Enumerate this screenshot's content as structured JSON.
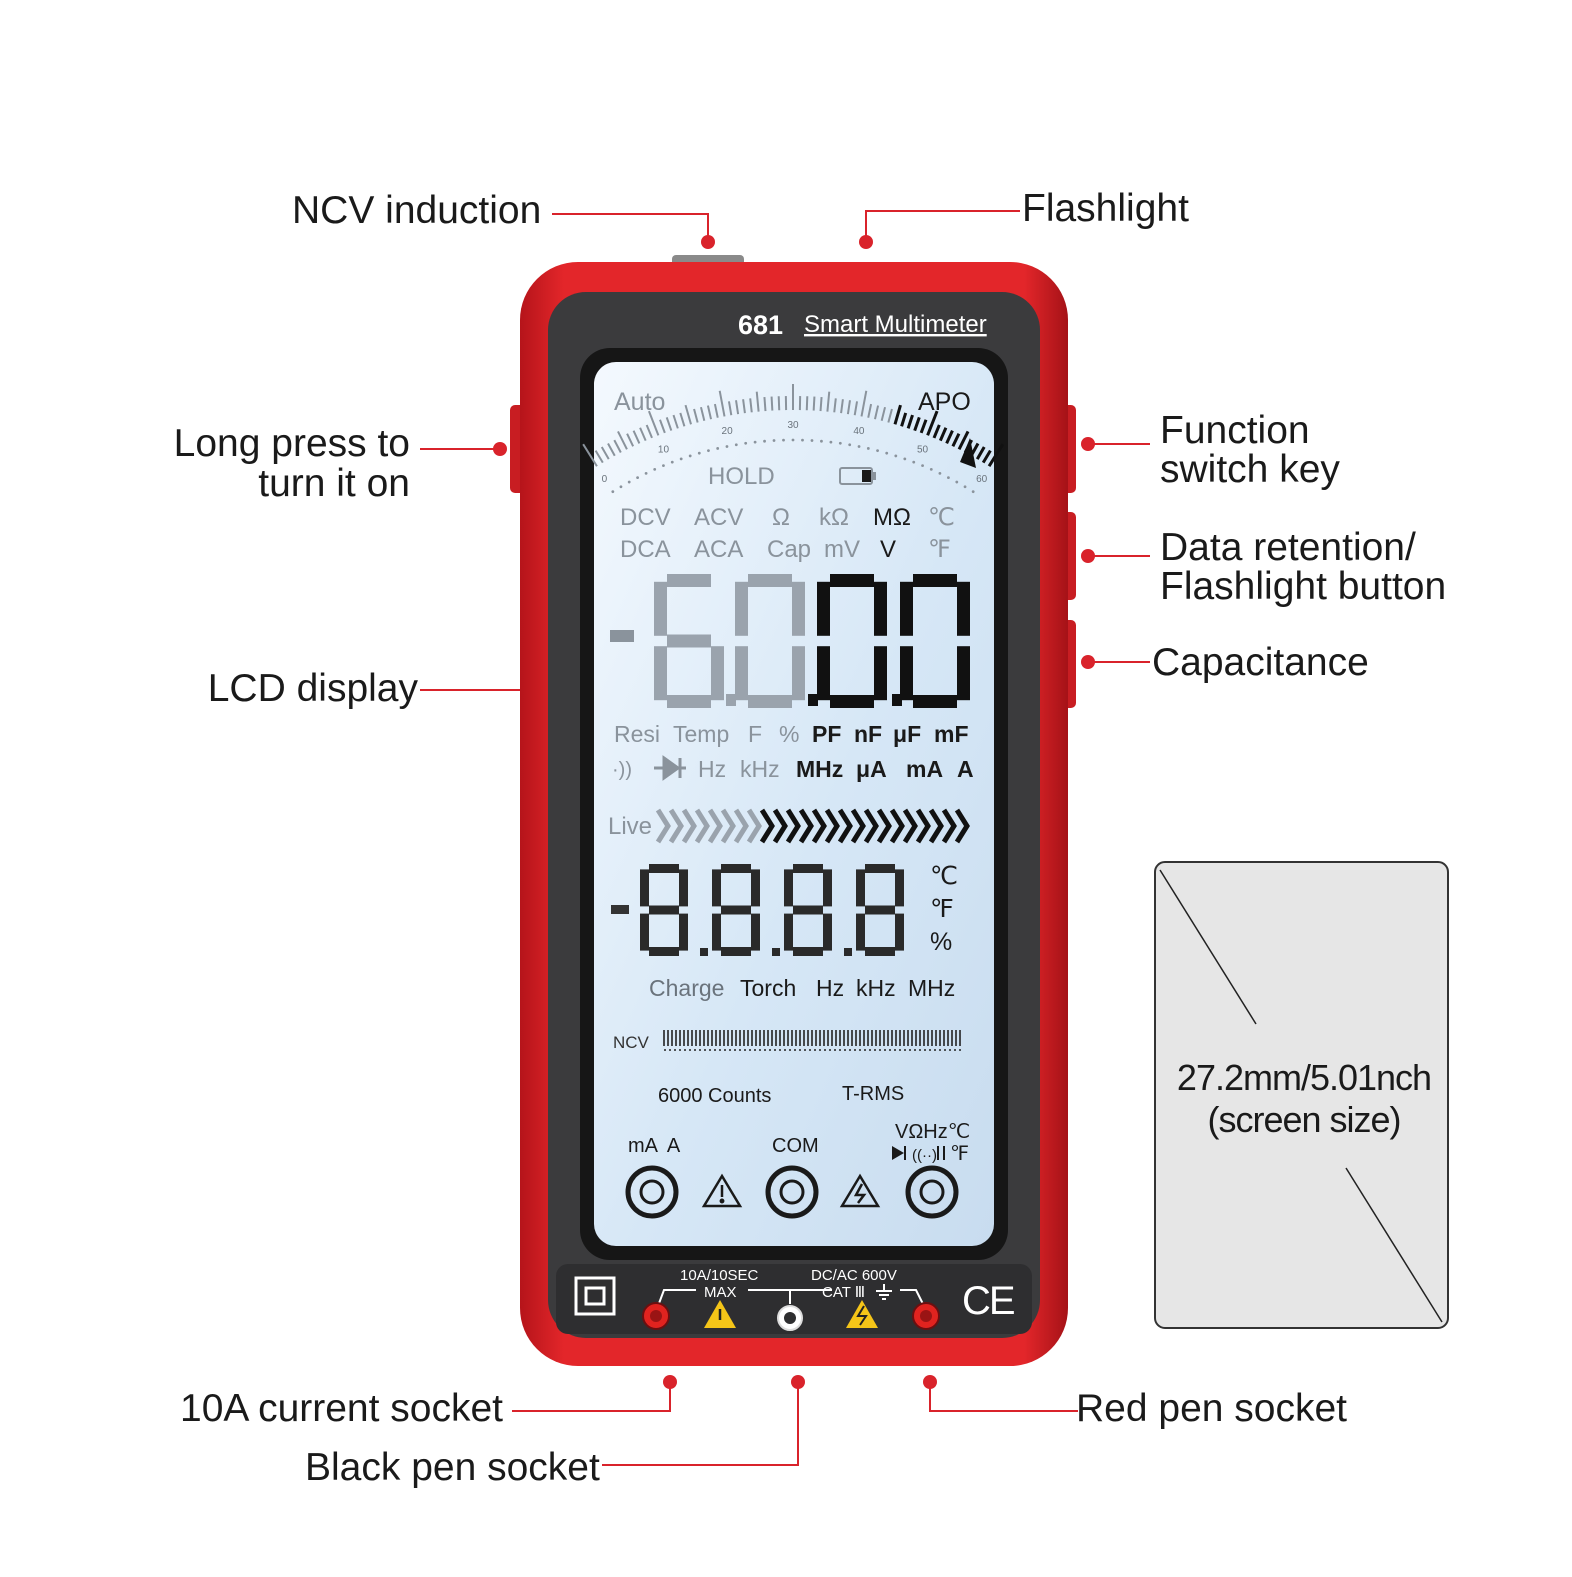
{
  "callouts": {
    "ncv": "NCV induction",
    "flashlight": "Flashlight",
    "long_press": [
      "Long press to",
      "turn it on"
    ],
    "function_key": [
      "Function",
      "switch key"
    ],
    "data_retention": [
      "Data retention/",
      "Flashlight button"
    ],
    "capacitance": "Capacitance",
    "lcd": "LCD display",
    "current_socket": "10A current socket",
    "black_pen": "Black pen socket",
    "red_pen": "Red pen socket"
  },
  "device": {
    "model": "681",
    "name": "Smart Multimeter",
    "colors": {
      "shell": "#e0231f",
      "bezel": "#3a3a3a",
      "lcd": "#dcebf8",
      "segment": "#111111",
      "segment_dim": "#9aa3ad"
    }
  },
  "lcd": {
    "auto": "Auto",
    "apo": "APO",
    "hold": "HOLD",
    "scale_ticks": [
      "0",
      "10",
      "20",
      "30",
      "40",
      "50",
      "60"
    ],
    "modes_row1": [
      "DCV",
      "ACV",
      "Ω",
      "kΩ",
      "MΩ",
      "℃"
    ],
    "modes_row2": [
      "DCA",
      "ACA",
      "Cap",
      "mV",
      "V",
      "℉"
    ],
    "main_sign": "-",
    "main_digits": "6.000",
    "units_row1": [
      "Resi",
      "Temp",
      "F",
      "%",
      "PF",
      "nF",
      "μF",
      "mF"
    ],
    "units_row2": [
      "Hz",
      "kHz",
      "MHz",
      "μA",
      "mA",
      "A"
    ],
    "live": "Live",
    "sub_sign": "-",
    "sub_digits": "8.8.8.8",
    "sub_units": [
      "℃",
      "℉",
      "%"
    ],
    "sub_labels": [
      "Charge",
      "Torch",
      "Hz",
      "kHz",
      "MHz"
    ],
    "ncv": "NCV",
    "counts": "6000 Counts",
    "trms": "T-RMS",
    "jack_left": "mA  A",
    "jack_com": "COM",
    "jack_right": "VΩHz℃",
    "jack_right2": "℉"
  },
  "bottom_panel": {
    "left_rating": [
      "10A/10SEC",
      "MAX"
    ],
    "right_rating": [
      "DC/AC 600V",
      "CAT Ⅲ"
    ],
    "ce": "CE"
  },
  "screen_size": {
    "line1": "27.2mm/5.01nch",
    "line2": "(screen size)"
  }
}
